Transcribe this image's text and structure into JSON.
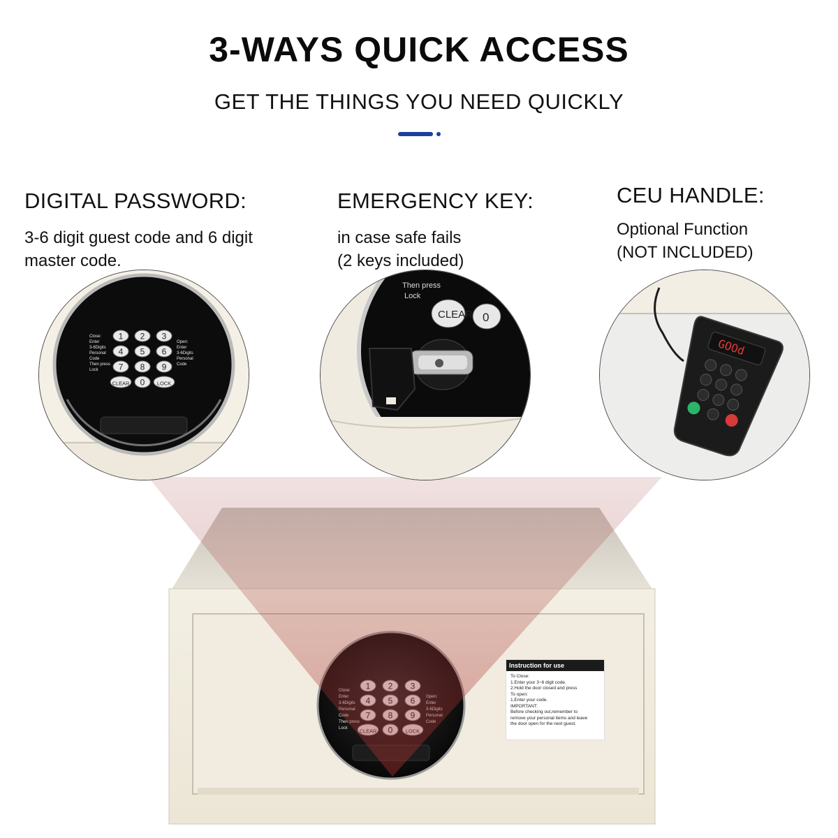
{
  "header": {
    "title": "3-WAYS QUICK ACCESS",
    "subtitle": "GET THE THINGS YOU NEED QUICKLY"
  },
  "features": [
    {
      "title": "DIGITAL PASSWORD:",
      "description_lines": [
        "3-6 digit guest code and 6 digit",
        "master code."
      ]
    },
    {
      "title": "EMERGENCY KEY:",
      "description_lines": [
        "in case safe fails",
        "(2 keys included)"
      ]
    },
    {
      "title": "CEU HANDLE:",
      "description_lines": [
        "Optional Function",
        "(NOT INCLUDED)"
      ]
    }
  ],
  "keypad": {
    "keys": [
      "1",
      "2",
      "3",
      "4",
      "5",
      "6",
      "7",
      "8",
      "9",
      "CLEAR",
      "0",
      "LOCK"
    ],
    "left_labels": [
      "Close:",
      "Enter",
      "3-6Digits",
      "Personal",
      "Code",
      "Then press",
      "Lock"
    ],
    "right_labels": [
      "Open:",
      "Enter",
      "3-6Digits",
      "Personal",
      "Code"
    ]
  },
  "key_closeup": {
    "labels": [
      "Then press",
      "Lock"
    ],
    "clear_label": "CLEAR",
    "zero_label": "0"
  },
  "ceu_handle": {
    "display_text": "GOOd"
  },
  "instruction_card": {
    "title": "Instruction for use",
    "lines": [
      "To Close:",
      "1.Enter your 3~6 digit code.",
      "2.Hold the door closed and press",
      "To open:",
      "1.Enter your code.",
      "IMPORTANT:",
      "Before checking out,remember to",
      "remove your personal items and leave",
      "the door open for the next guest."
    ]
  },
  "colors": {
    "accent": "#1e3fa0",
    "safe_body": "#f1ecde",
    "keypad_panel": "#111111",
    "beam": "#b43c3c"
  }
}
